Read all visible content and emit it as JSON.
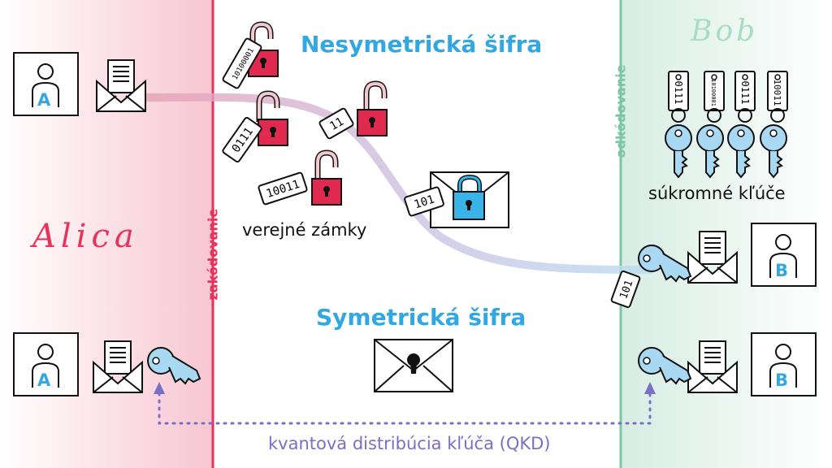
{
  "titles": {
    "asymmetric": "Nesymetrická šifra",
    "symmetric": "Symetrická šifra"
  },
  "labels": {
    "public_locks": "verejné zámky",
    "private_keys": "súkromné kľúče",
    "encoding": "zakódovanie",
    "decoding": "odkódovanie",
    "qkd": "kvantová distribúcia kľúča (QKD)",
    "alice": "Alica",
    "bob": "Bob",
    "alice_initial": "A",
    "bob_initial": "B"
  },
  "tags": {
    "lock1": "10100001",
    "lock2": "0111",
    "lock3": "11",
    "lock4": "10011",
    "sent_lock": "101",
    "received_key": "101",
    "key1": "0111",
    "key2": "10100001",
    "key3": "0111",
    "key4": "10011"
  },
  "colors": {
    "alice_red": "#e8325a",
    "bob_green": "#7cc6a4",
    "title_blue": "#33a8e0",
    "lock_red": "#e02a50",
    "lock_blue": "#38b4e8",
    "key_blue": "#a8d8f2",
    "qkd_purple": "#7a6fc6"
  }
}
